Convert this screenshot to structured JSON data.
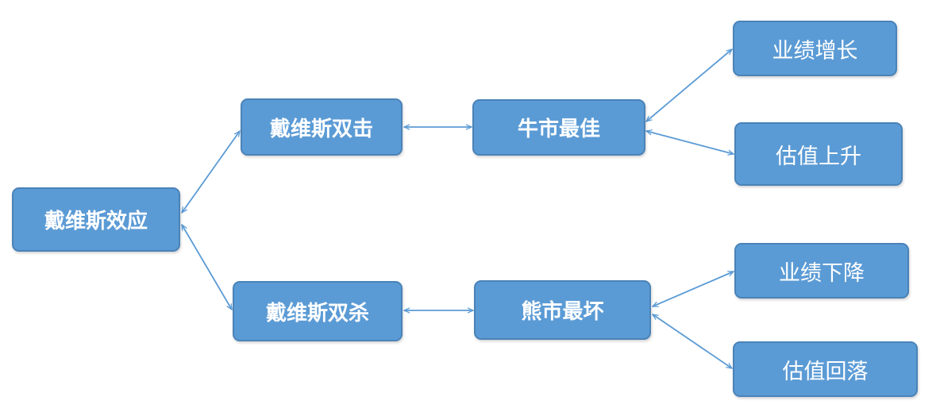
{
  "nodes": {
    "root": "戴维斯效应",
    "double_hit": "戴维斯双击",
    "double_kill": "戴维斯双杀",
    "bull": "牛市最佳",
    "bear": "熊市最坏",
    "earnings_up": "业绩增长",
    "valuation_up": "估值上升",
    "earnings_down": "业绩下降",
    "valuation_down": "估值回落"
  },
  "colors": {
    "node_fill": "#5b9bd5",
    "node_border": "#4a83b8",
    "connector": "#5b9bd5",
    "text": "#ffffff"
  }
}
